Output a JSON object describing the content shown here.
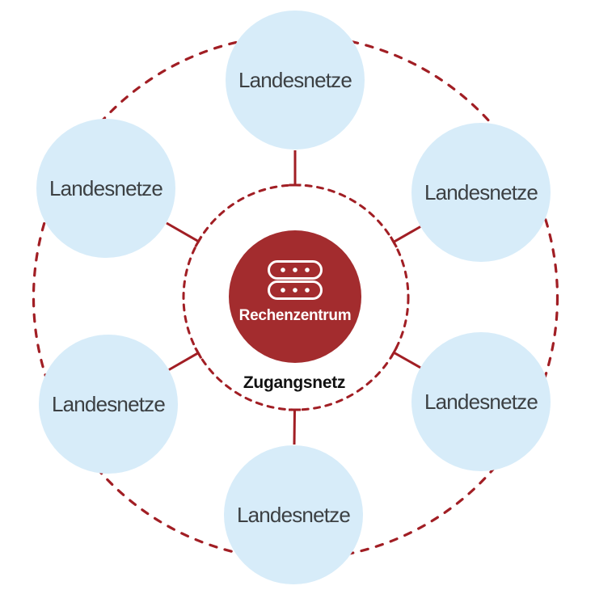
{
  "diagram": {
    "hub": {
      "label": "Rechenzentrum",
      "icon": "server-stack-icon"
    },
    "access_ring": {
      "label": "Zugangsnetz"
    },
    "nodes": [
      {
        "position": "top",
        "label": "Landesnetze"
      },
      {
        "position": "upper-right",
        "label": "Landesnetze"
      },
      {
        "position": "lower-right",
        "label": "Landesnetze"
      },
      {
        "position": "bottom",
        "label": "Landesnetze"
      },
      {
        "position": "lower-left",
        "label": "Landesnetze"
      },
      {
        "position": "upper-left",
        "label": "Landesnetze"
      }
    ],
    "colors": {
      "hub_fill": "#A32C2E",
      "hub_text": "#FFFFFF",
      "node_fill": "#D7ECF9",
      "node_text": "#3C4043",
      "line": "#A11E24",
      "ring_label_text": "#111111",
      "background": "#FFFFFF"
    }
  }
}
